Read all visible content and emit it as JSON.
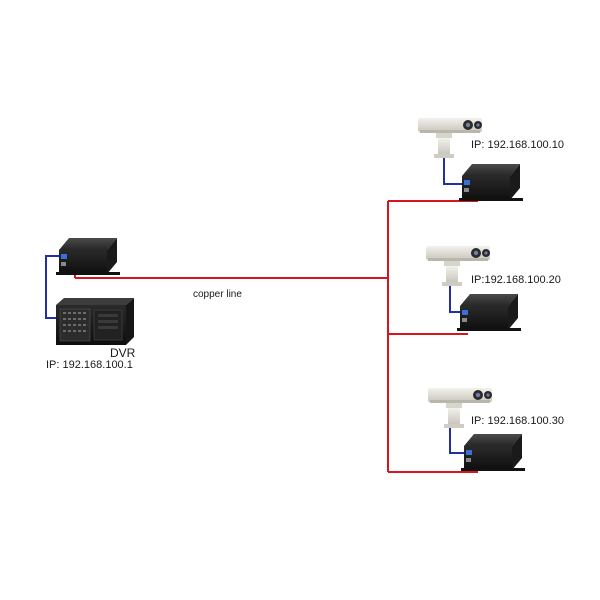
{
  "diagram": {
    "cable_label": "copper line",
    "dvr": {
      "name": "DVR",
      "ip": "IP: 192.168.100.1"
    },
    "cameras": [
      {
        "ip": "IP: 192.168.100.10"
      },
      {
        "ip": "IP:192.168.100.20"
      },
      {
        "ip": "IP: 192.168.100.30"
      }
    ]
  },
  "colors": {
    "copper_line": "#d8141c",
    "patch_cable": "#2230a8",
    "device_body": "#1c1c1c",
    "camera_housing": "#e4e2dc"
  }
}
